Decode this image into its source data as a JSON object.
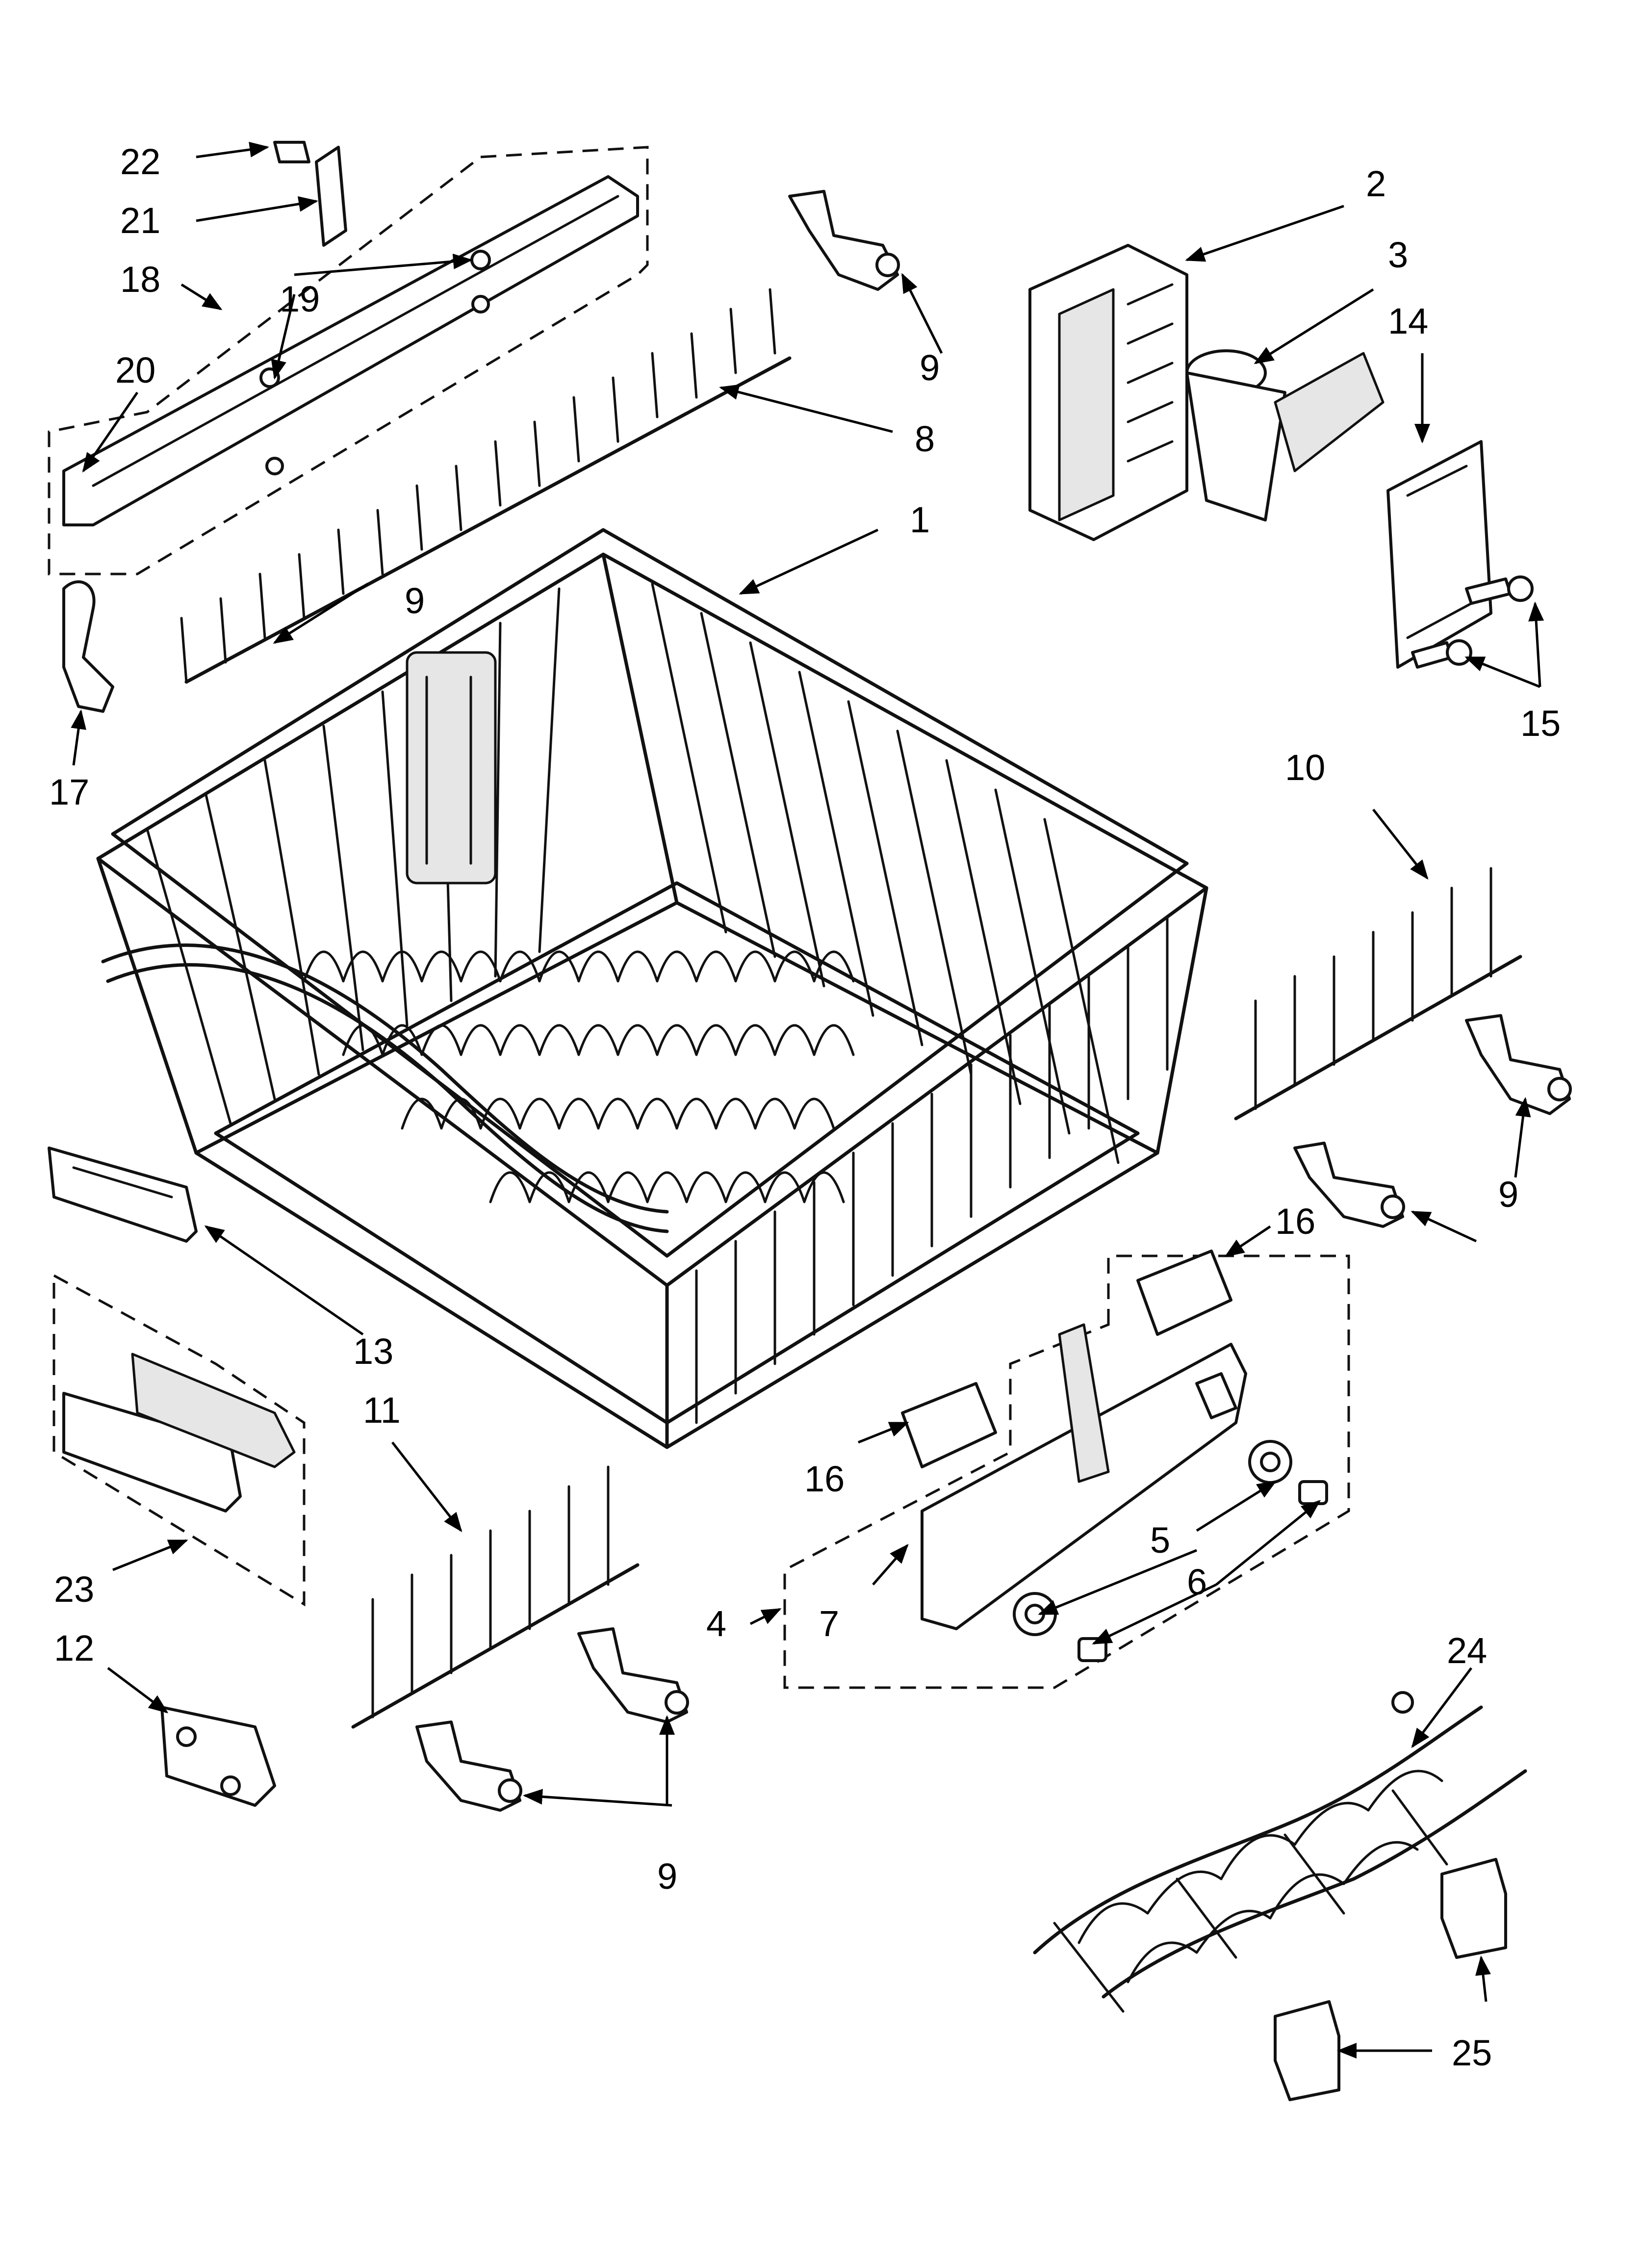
{
  "diagram": {
    "callout_color": "#000000",
    "line_color": "#111111",
    "callouts": {
      "c1": "1",
      "c2": "2",
      "c3": "3",
      "c4": "4",
      "c5": "5",
      "c6": "6",
      "c7": "7",
      "c8": "8",
      "c9a": "9",
      "c9b": "9",
      "c9c": "9",
      "c9d": "9",
      "c10": "10",
      "c11": "11",
      "c12": "12",
      "c13": "13",
      "c14": "14",
      "c15": "15",
      "c16a": "16",
      "c16b": "16",
      "c17": "17",
      "c18": "18",
      "c19": "19",
      "c20": "20",
      "c21": "21",
      "c22": "22",
      "c23": "23",
      "c24": "24",
      "c25": "25"
    }
  }
}
